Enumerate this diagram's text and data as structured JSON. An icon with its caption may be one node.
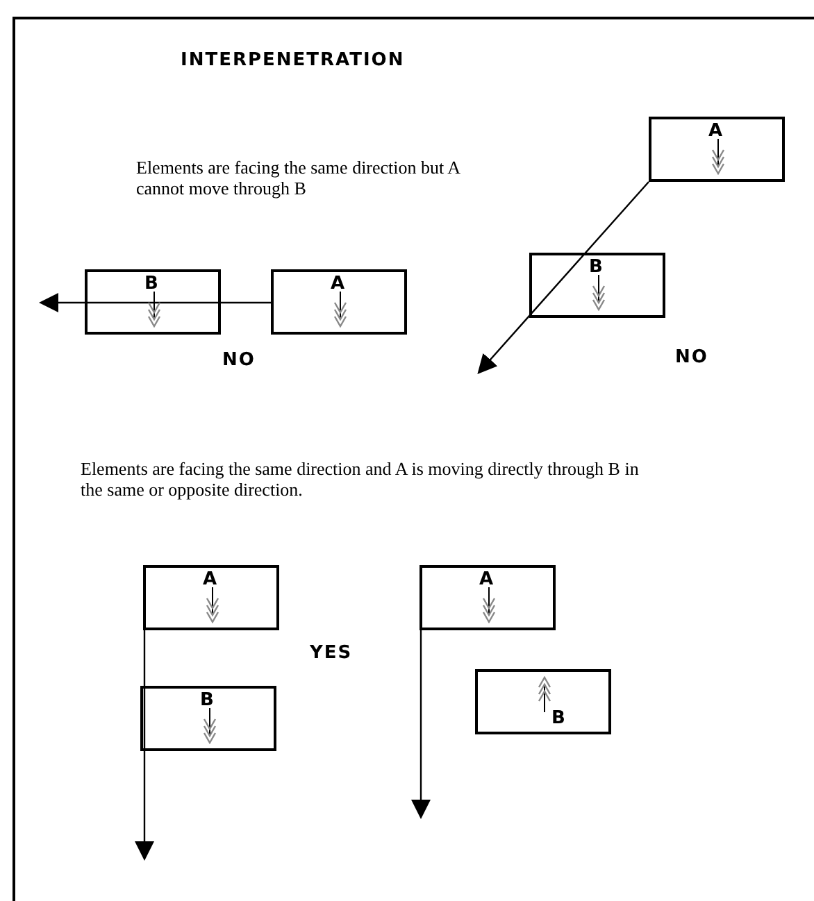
{
  "diagram": {
    "title": "INTERPENETRATION",
    "nodes": [
      {
        "text": [
          "B"
        ]
      },
      {
        "text": [
          "A"
        ]
      },
      {
        "text": [
          "A"
        ]
      },
      {
        "text": [
          "B"
        ]
      },
      {
        "text": [
          "A"
        ]
      },
      {
        "text": [
          "B"
        ]
      },
      {
        "text": [
          "A"
        ]
      },
      {
        "text": [
          "B"
        ]
      }
    ],
    "edges": [
      {
        "from": 1,
        "to": null,
        "arrow": "to"
      },
      {
        "from": 2,
        "to": null,
        "arrow": "to"
      },
      {
        "from": 4,
        "to": null,
        "arrow": "to"
      },
      {
        "from": 6,
        "to": null,
        "arrow": "to"
      }
    ],
    "labels": [
      "Elements are facing the same direction but  A cannot move  through B",
      "NO",
      "NO",
      "Elements are facing the same direction and A is moving directly  through B in the same or opposite direction.",
      "YES"
    ]
  }
}
